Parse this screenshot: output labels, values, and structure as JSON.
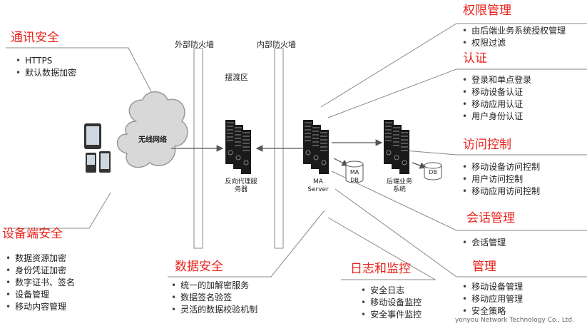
{
  "sections": {
    "comm_security": {
      "title": "通讯安全",
      "items": [
        "HTTPS",
        "默认数据加密"
      ]
    },
    "device_security": {
      "title": "设备端安全",
      "items": [
        "数据资源加密",
        "身份凭证加密",
        "数字证书、签名",
        "设备管理",
        "移动内容管理"
      ]
    },
    "data_security": {
      "title": "数据安全",
      "items": [
        "统一的加解密服务",
        "数据签名验签",
        "灵活的数据校验机制"
      ]
    },
    "log_monitor": {
      "title": "日志和监控",
      "items": [
        "安全日志",
        "移动设备监控",
        "安全事件监控"
      ]
    },
    "permission": {
      "title": "权限管理",
      "items": [
        "由后端业务系统授权管理",
        "权限过滤"
      ]
    },
    "auth": {
      "title": "认证",
      "items": [
        "登录和单点登录",
        "移动设备认证",
        "移动应用认证",
        "用户身份认证"
      ]
    },
    "access_control": {
      "title": "访问控制",
      "items": [
        "移动设备访问控制",
        "用户访问控制",
        "移动应用访问控制"
      ]
    },
    "session": {
      "title": "会话管理",
      "items": [
        "会话管理"
      ]
    },
    "management": {
      "title": "管理",
      "items": [
        "移动设备管理",
        "移动应用管理",
        "安全策略"
      ]
    }
  },
  "diagram": {
    "outer_firewall": "外部防火墙",
    "inner_firewall": "内部防火墙",
    "dmz": "摆渡区",
    "wireless": "无线网络",
    "reverse_proxy": "反向代理服务器",
    "ma_server": "MA Server",
    "ma_db": "MA DB",
    "backend": "后端业务系统",
    "db": "DB"
  },
  "footer": "yonyou  Network  Technology  Co., Ltd.",
  "colors": {
    "title": "#e8241c",
    "line": "#888888",
    "server": "#1a1a1a"
  }
}
